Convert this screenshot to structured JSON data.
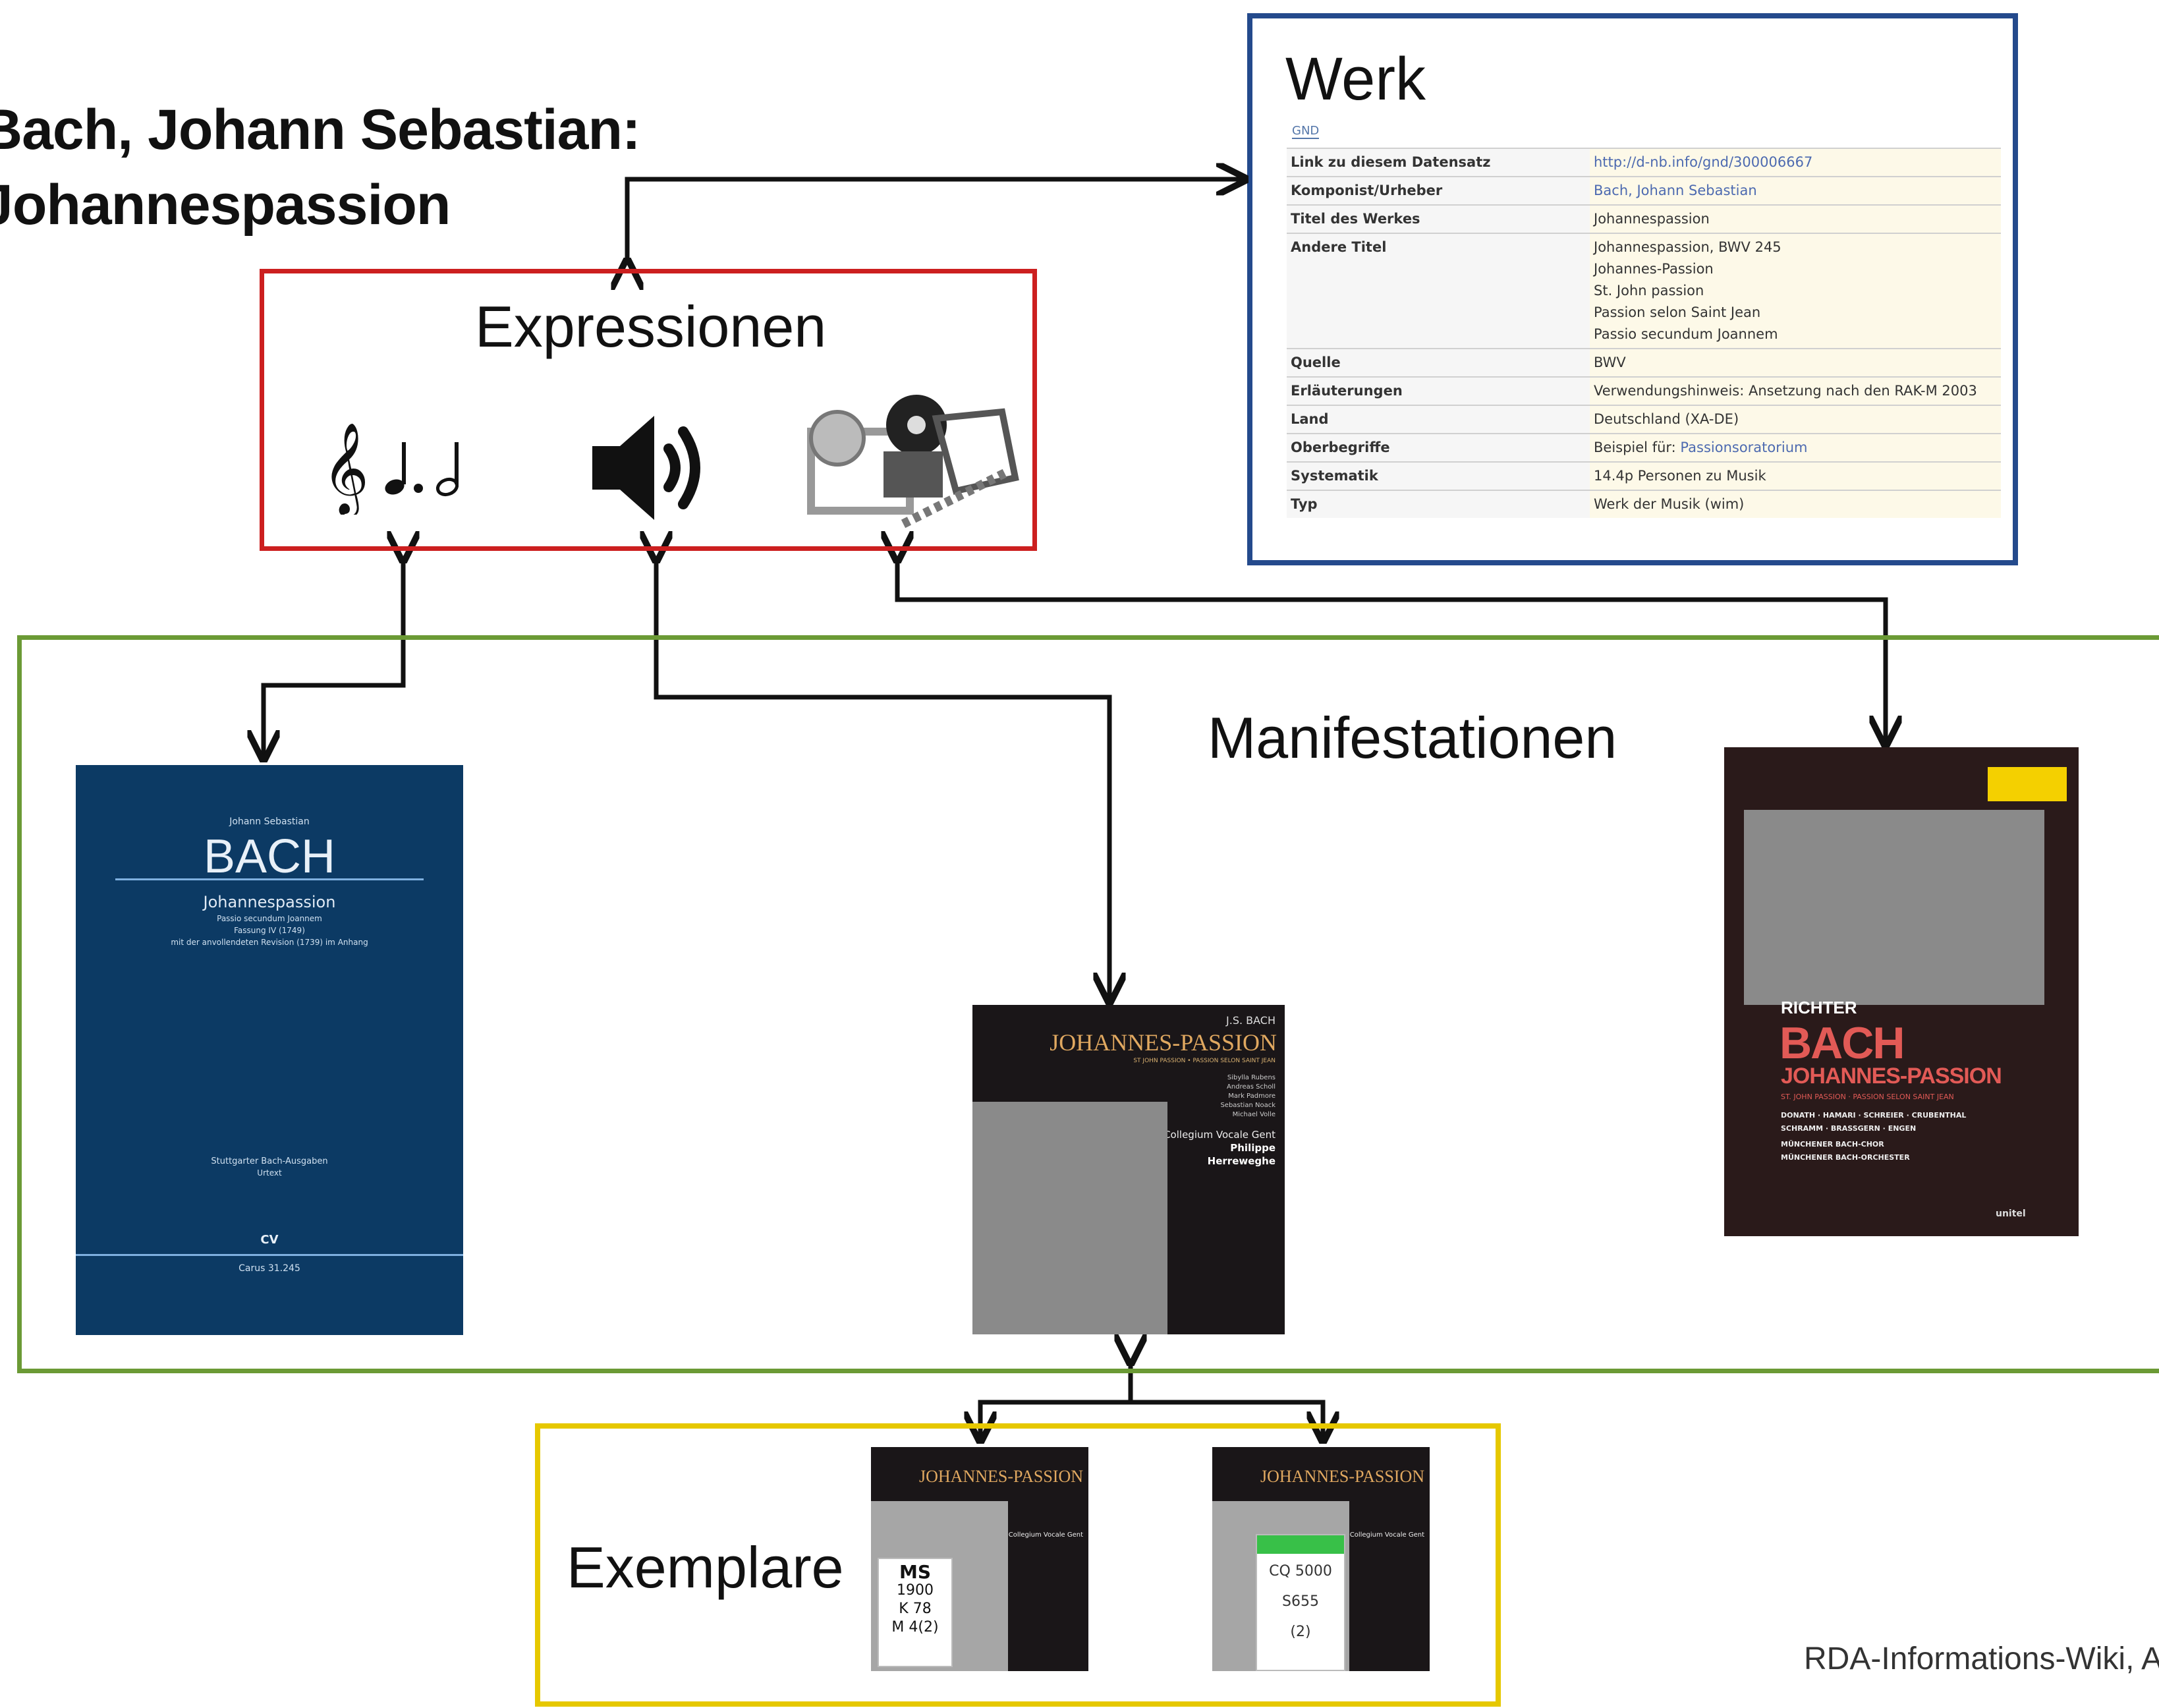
{
  "title": "Bach, Johann Sebastian:\nJohannespassion",
  "werk": {
    "heading": "Werk",
    "gnd_badge": "GND",
    "rows": [
      {
        "key": "Link zu diesem Datensatz",
        "values": [
          "http://d-nb.info/gnd/300006667"
        ],
        "link": true
      },
      {
        "key": "Komponist/Urheber",
        "values": [
          "Bach, Johann Sebastian"
        ],
        "link": true
      },
      {
        "key": "Titel des Werkes",
        "values": [
          "Johannespassion"
        ],
        "link": false
      },
      {
        "key": "Andere Titel",
        "values": [
          "Johannespassion, BWV 245",
          "Johannes-Passion",
          "St. John passion",
          "Passion selon Saint Jean",
          "Passio secundum Joannem"
        ],
        "link": false
      },
      {
        "key": "Quelle",
        "values": [
          "BWV"
        ],
        "link": false
      },
      {
        "key": "Erläuterungen",
        "values": [
          "Verwendungshinweis: Ansetzung nach den RAK-M 2003"
        ],
        "link": false
      },
      {
        "key": "Land",
        "values": [
          "Deutschland (XA-DE)"
        ],
        "link": false
      },
      {
        "key": "Oberbegriffe",
        "values": [
          "Beispiel für: Passionsoratorium"
        ],
        "link": false,
        "link_part": "Passionsoratorium"
      },
      {
        "key": "Systematik",
        "values": [
          "14.4p Personen zu Musik"
        ],
        "link": false
      },
      {
        "key": "Typ",
        "values": [
          "Werk der Musik (wim)"
        ],
        "link": false
      }
    ]
  },
  "expressionen": {
    "label": "Expressionen",
    "icons": [
      "music-notation-icon",
      "speaker-icon",
      "film-projector-icon"
    ]
  },
  "manifestationen": {
    "label": "Manifestationen",
    "score": {
      "composer_small": "Johann Sebastian",
      "composer": "BACH",
      "work": "Johannespassion",
      "sub1": "Passio secundum Joannem",
      "sub2": "Fassung IV (1749)",
      "sub3": "mit der anvollendeten Revision (1739) im Anhang",
      "series": "Stuttgarter Bach-Ausgaben",
      "edition": "Urtext",
      "publisher_mark": "CV",
      "catalog": "Carus 31.245"
    },
    "cd": {
      "top": "J.S. BACH",
      "title": "JOHANNES-PASSION",
      "subtitle": "ST JOHN PASSION • PASSION SELON SAINT JEAN",
      "performers": [
        "Sibylla Rubens",
        "Andreas Scholl",
        "Mark Padmore",
        "Sebastian Noack",
        "Michael Volle"
      ],
      "ensemble": "Collegium Vocale Gent",
      "conductor_1": "Philippe",
      "conductor_2": "Herreweghe"
    },
    "dvd": {
      "conductor": "RICHTER",
      "composer": "BACH",
      "title": "JOHANNES-PASSION",
      "subtitle": "ST. JOHN PASSION · PASSION SELON SAINT JEAN",
      "line1": "DONATH · HAMARI · SCHREIER · CRUBENTHAL",
      "line2": "SCHRAMM · BRASSGERN · ENGEN",
      "line3": "MÜNCHENER BACH-CHOR",
      "line4": "MÜNCHENER BACH-ORCHESTER",
      "label_mark": "unitel"
    }
  },
  "exemplare": {
    "label": "Exemplare",
    "copy1": {
      "sticker_lines": [
        "MS",
        "1900",
        "K 78",
        "M 4(2)"
      ]
    },
    "copy2": {
      "sticker_lines": [
        "CQ 5000",
        "S655",
        "(2)"
      ]
    }
  },
  "credit": "RDA-Informations-Wiki, AG"
}
